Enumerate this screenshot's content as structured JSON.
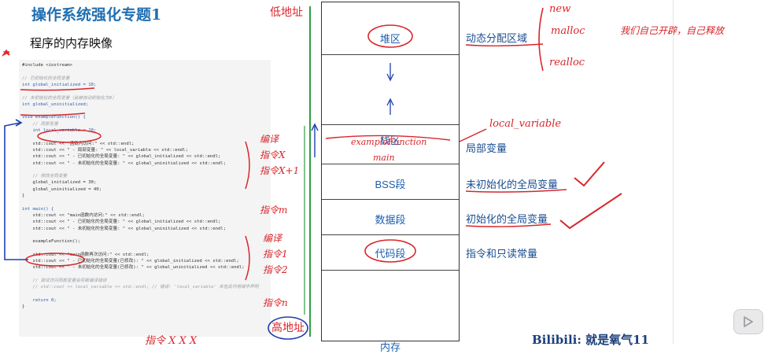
{
  "header": {
    "title": "操作系统强化专题1",
    "subtitle": "程序的内存映像"
  },
  "code": {
    "lines": [
      "#include <iostream>",
      "",
      "// 已初始化的全局变量",
      "int global_initialized = 10;",
      "",
      "// 未初始化的全局变量（会被自动初始化为0）",
      "int global_uninitialized;",
      "",
      "void exampleFunction() {",
      "    // 局部变量",
      "    int local_variable = 20;",
      "",
      "    std::cout << \"函数内访问:\" << std::endl;",
      "    std::cout << \" - 局部变量: \" << local_variable << std::endl;",
      "    std::cout << \" - 已初始化的全局变量: \" << global_initialized << std::endl;",
      "    std::cout << \" - 未初始化的全局变量: \" << global_uninitialized << std::endl;",
      "",
      "    // 修改全局变量",
      "    global_initialized = 30;",
      "    global_uninitialized = 40;",
      "}",
      "",
      "int main() {",
      "    std::cout << \"main函数内访问:\" << std::endl;",
      "    std::cout << \" - 已初始化的全局变量: \" << global_initialized << std::endl;",
      "    std::cout << \" - 未初始化的全局变量: \" << global_uninitialized << std::endl;",
      "",
      "    exampleFunction();",
      "",
      "    std::cout << \"main函数再次访问:\" << std::endl;",
      "    std::cout << \" - 已初始化的全局变量(已修改): \" << global_initialized << std::endl;",
      "    std::cout << \" - 未初始化的全局变量(已修改): \" << global_uninitialized << std::endl;",
      "",
      "    // 尝试访问局部变量会导致编译错误",
      "    // std::cout << local_variable << std::endl; // 错误: 'local_variable' 未在此作用域中声明",
      "",
      "    return 0;",
      "}"
    ]
  },
  "memory": {
    "low_address": "低地址",
    "high_address": "高地址",
    "bottom_label": "内存",
    "segments": {
      "heap": "堆区",
      "stack": "栈区",
      "bss": "BSS段",
      "data": "数据段",
      "text": "代码段"
    },
    "notes": {
      "heap": "动态分配区域",
      "stack": "局部变量",
      "bss": "未初始化的全局变量",
      "data": "初始化的全局变量",
      "text": "指令和只读常量"
    }
  },
  "handwriting": {
    "heap_ops": [
      "new",
      "malloc",
      "realloc"
    ],
    "heap_comment": "我们自己开辟，自己释放",
    "local_var": "local_variable",
    "stack_frames": [
      "exampleFunction",
      "main"
    ],
    "left_notes_1": [
      "编译",
      "指令X",
      "指令X+1",
      "指令m"
    ],
    "left_notes_2": [
      "编译",
      "指令1",
      "指令2",
      "指令n"
    ],
    "bottom_scribble": "指令 X X X"
  },
  "footer": {
    "watermark": "Bilibili: 就是氧气11"
  },
  "colors": {
    "title": "#1f6fb2",
    "ink_red": "#d9262b",
    "ink_blue": "#1e40b0",
    "green": "#2f9e44",
    "segment_text": "#1b5fb0"
  },
  "icons": {
    "play": "play-icon"
  }
}
